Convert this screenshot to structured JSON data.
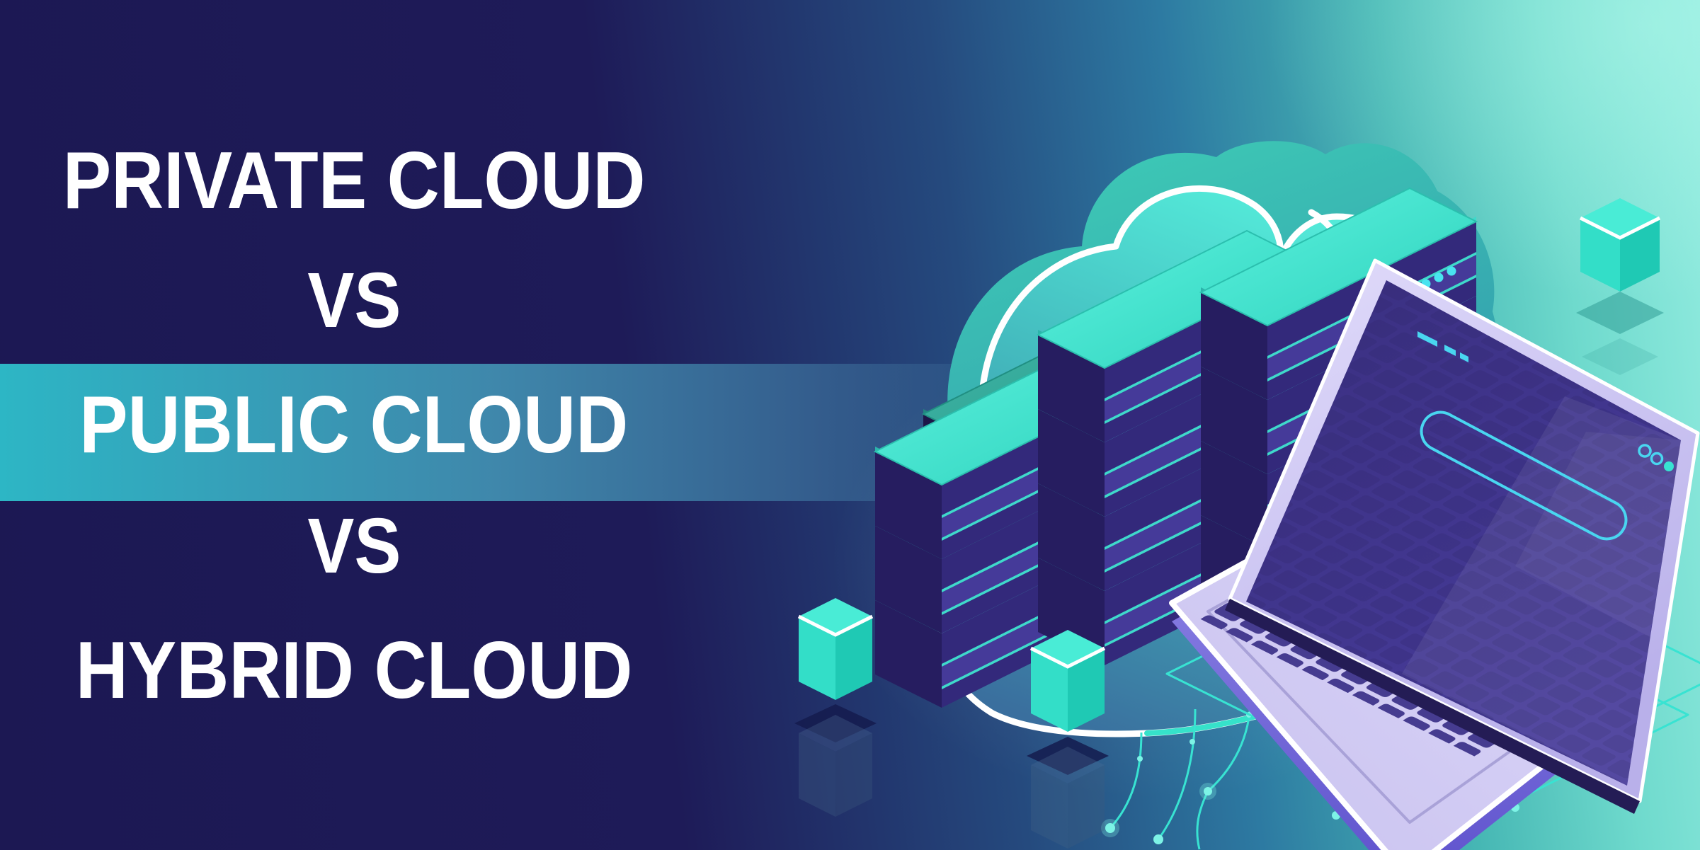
{
  "banner": {
    "lines": [
      {
        "text": "PRIVATE CLOUD",
        "highlighted": false
      },
      {
        "text": "VS",
        "highlighted": false
      },
      {
        "text": "PUBLIC CLOUD",
        "highlighted": true
      },
      {
        "text": "VS",
        "highlighted": false
      },
      {
        "text": "HYBRID CLOUD",
        "highlighted": false
      }
    ]
  },
  "illustration": {
    "icons": [
      "cloud-icon",
      "server-stack-icon",
      "laptop-icon",
      "cube-icon",
      "connection-line-icon",
      "wireframe-diamond-icon"
    ],
    "cube_count": 3,
    "server_stack_count": 4
  },
  "colors": {
    "background_navy": "#1d1954",
    "background_teal": "#93ece0",
    "highlight_band_teal": "#2db6c5",
    "highlight_band_blue": "#35608f",
    "text_white": "#ffffff",
    "cloud_mint": "#52ead6",
    "cloud_steel_blue": "#3a6f9e",
    "back_cloud_teal": "#3cc9b4",
    "server_indigo": "#33297b",
    "accent_cyan": "#3fd9cb",
    "laptop_lavender": "#d5cff4",
    "laptop_screen_indigo": "#3f3488",
    "cube_turquoise": "#49ecd6"
  }
}
